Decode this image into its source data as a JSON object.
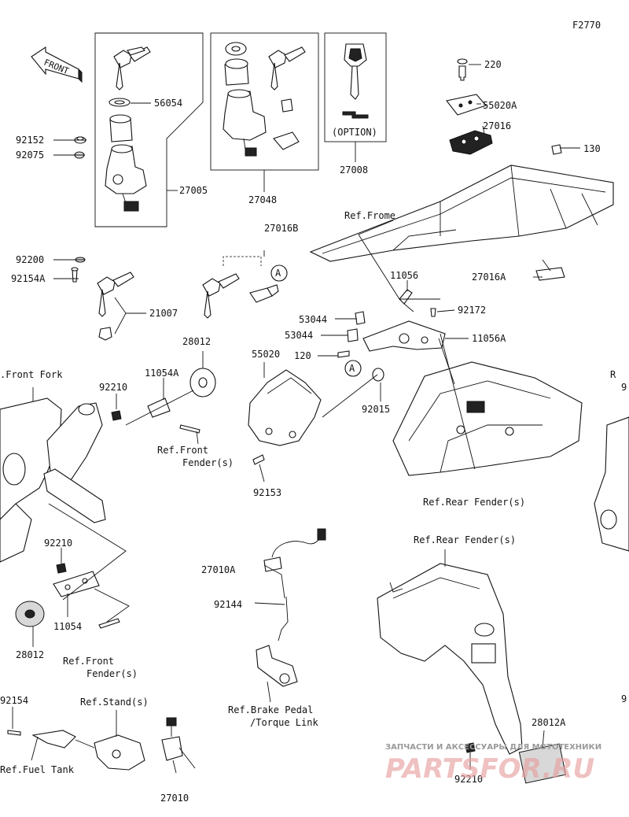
{
  "diagram_code": "F2770",
  "front_label": "FRONT",
  "option_label": "(OPTION)",
  "circle_marker": "A",
  "parts": {
    "p220": "220",
    "p55020A": "55020A",
    "p27016": "27016",
    "p130": "130",
    "p56054": "56054",
    "p92152": "92152",
    "p92075": "92075",
    "p27005": "27005",
    "p27048": "27048",
    "p27008": "27008",
    "p27016B": "27016B",
    "p92200": "92200",
    "p92154A": "92154A",
    "p21007": "21007",
    "p27016A": "27016A",
    "p11056": "11056",
    "p92172": "92172",
    "p53044_1": "53044",
    "p53044_2": "53044",
    "p11056A": "11056A",
    "p120": "120",
    "p28012_top": "28012",
    "p11054A": "11054A",
    "p92210_top": "92210",
    "p55020": "55020",
    "p92015": "92015",
    "p92153": "92153",
    "p92210_mid": "92210",
    "p11054": "11054",
    "p28012_bot": "28012",
    "p27010A": "27010A",
    "p92144": "92144",
    "p92154": "92154",
    "p27010": "27010",
    "p28012A": "28012A",
    "p92210_bot": "92210"
  },
  "refs": {
    "frame": "Ref.Frome",
    "front_fork": ".Front Fork",
    "front_fender_1_a": "Ref.Front",
    "front_fender_1_b": "Fender(s)",
    "rear_fender_1": "Ref.Rear Fender(s)",
    "rear_fender_2": "Ref.Rear Fender(s)",
    "front_fender_2_a": "Ref.Front",
    "front_fender_2_b": "Fender(s)",
    "brake_a": "Ref.Brake Pedal",
    "brake_b": "/Torque Link",
    "stand": "Ref.Stand(s)",
    "fuel_tank": "Ref.Fuel Tank",
    "edge_r1": "R",
    "edge_r2": "9",
    "edge_r3": "9"
  },
  "watermark": {
    "line1": "ЗАПЧАСТИ И АКСЕССУАРЫ ДЛЯ МОТОТЕХНИКИ",
    "line2": "PARTSFOR.RU"
  }
}
